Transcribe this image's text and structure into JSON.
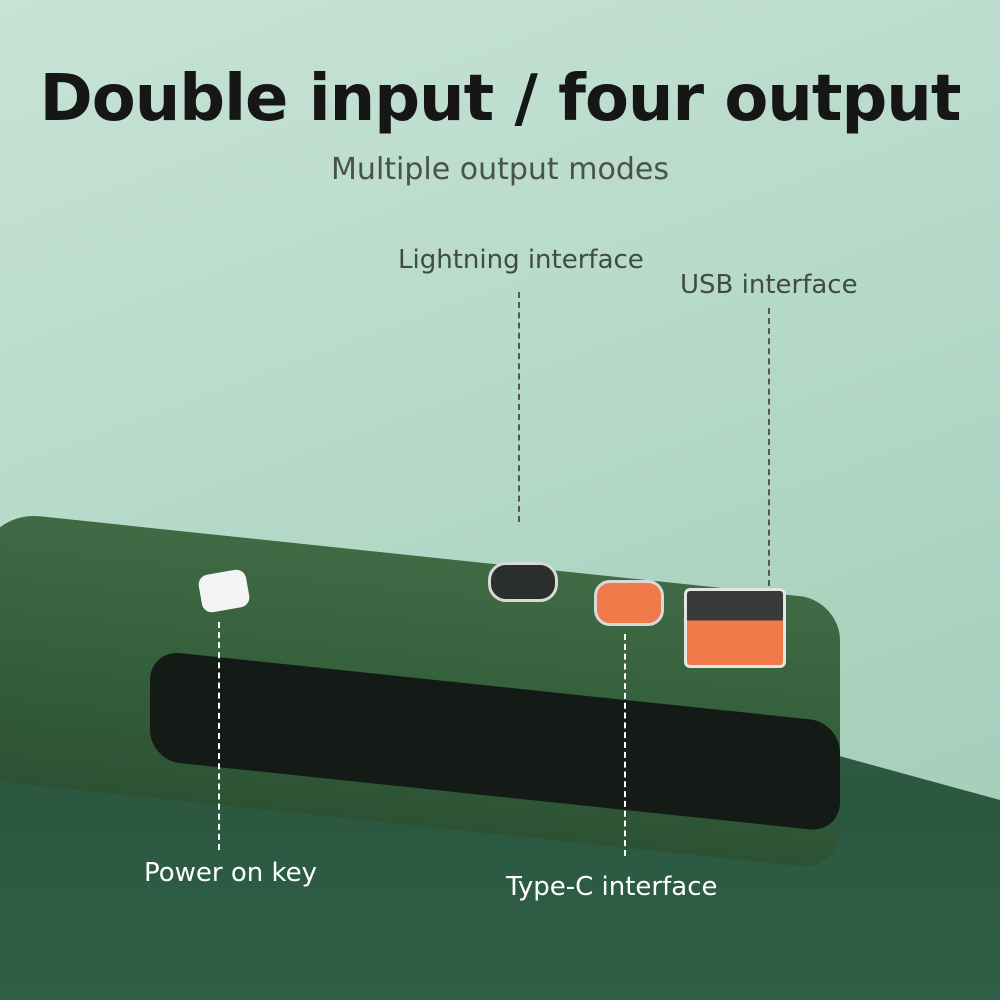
{
  "header": {
    "title": "Double input / four output",
    "subtitle": "Multiple output modes"
  },
  "callouts": {
    "lightning": "Lightning interface",
    "usb": "USB interface",
    "power": "Power on key",
    "typec": "Type-C interface"
  },
  "colors": {
    "background": "#b5d9c8",
    "device_green": "#35603c",
    "port_orange": "#f07a49",
    "table_green": "#2e5a43"
  }
}
